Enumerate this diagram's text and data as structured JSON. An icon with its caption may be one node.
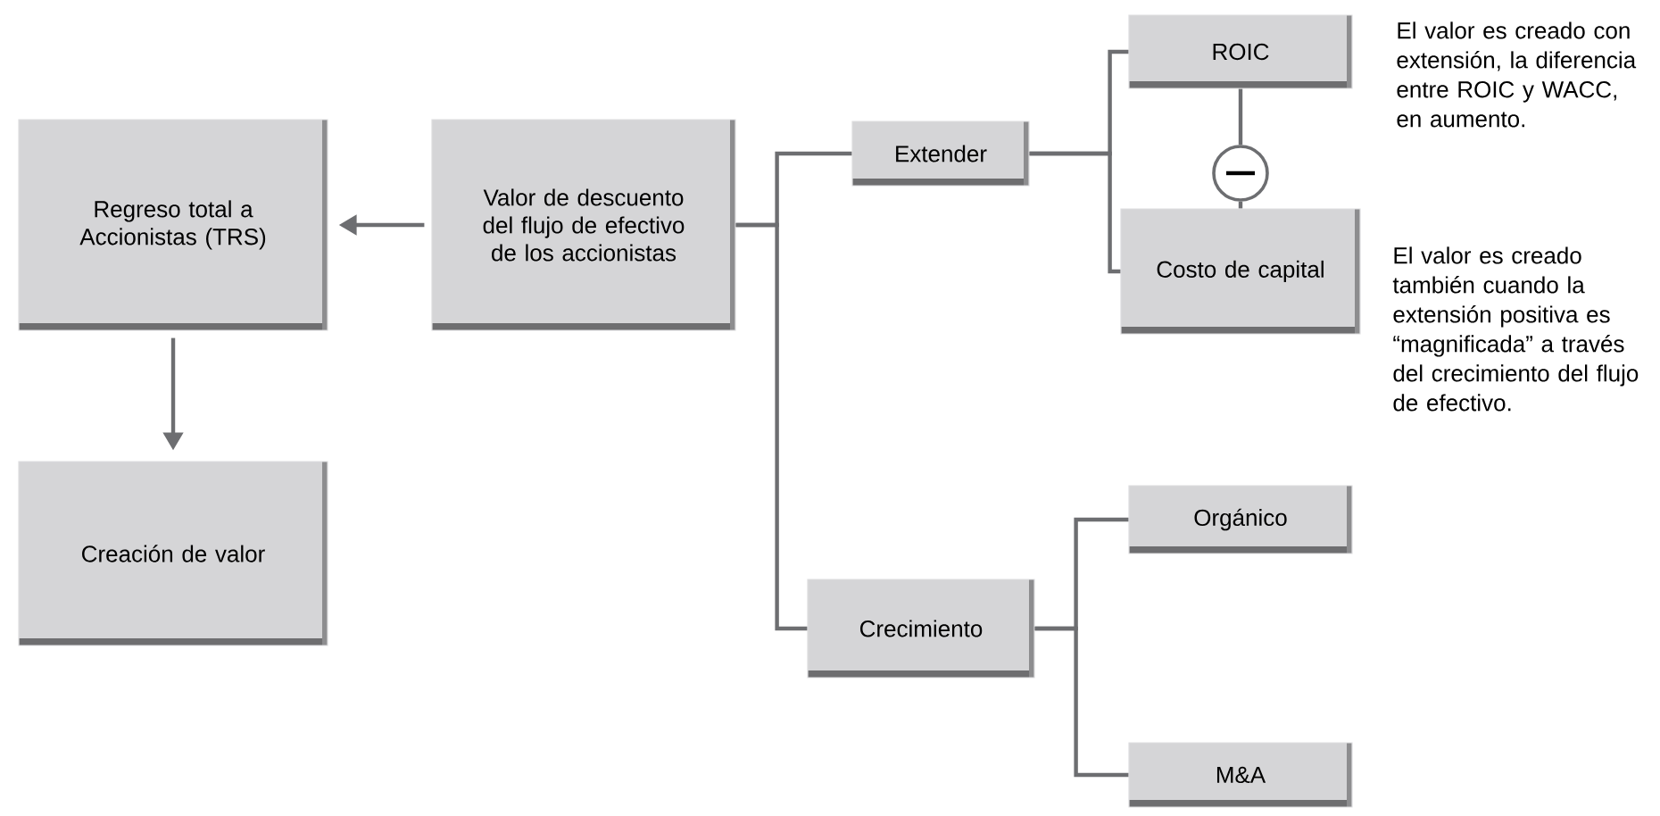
{
  "diagram": {
    "nodes": [
      {
        "text": [
          "Regreso total a Accionistas (TRS)"
        ]
      },
      {
        "text": [
          "Creación de valor"
        ]
      },
      {
        "text": [
          "Valor de descuento del flujo de efectivo de los accionistas"
        ]
      },
      {
        "text": [
          "Extender"
        ]
      },
      {
        "text": [
          "Crecimiento"
        ]
      },
      {
        "text": [
          "ROIC"
        ]
      },
      {
        "text": [
          "Costo de capital"
        ]
      },
      {
        "text": [
          "Orgánico"
        ]
      },
      {
        "text": [
          "M&A"
        ]
      },
      {
        "text": [],
        "shape": "circle"
      }
    ],
    "edges": [
      {
        "from": 2,
        "to": 0,
        "arrow": "to"
      },
      {
        "from": 0,
        "to": 1,
        "arrow": "to"
      },
      {
        "from": 2,
        "to": 3,
        "arrow": "none"
      },
      {
        "from": 2,
        "to": 4,
        "arrow": "none"
      },
      {
        "from": 3,
        "to": 5,
        "arrow": "none"
      },
      {
        "from": 3,
        "to": 6,
        "arrow": "none"
      },
      {
        "from": 4,
        "to": 7,
        "arrow": "none"
      },
      {
        "from": 4,
        "to": 8,
        "arrow": "none"
      },
      {
        "from": 5,
        "to": 9,
        "arrow": "none"
      },
      {
        "from": 9,
        "to": 6,
        "arrow": "none"
      }
    ],
    "labels": [
      "El valor es creado con extensión, la diferencia entre ROIC y WACC, en aumento.",
      "El valor es creado también cuando la extensión positiva es “magnificada” a través del crecimiento del flujo de efectivo."
    ]
  }
}
